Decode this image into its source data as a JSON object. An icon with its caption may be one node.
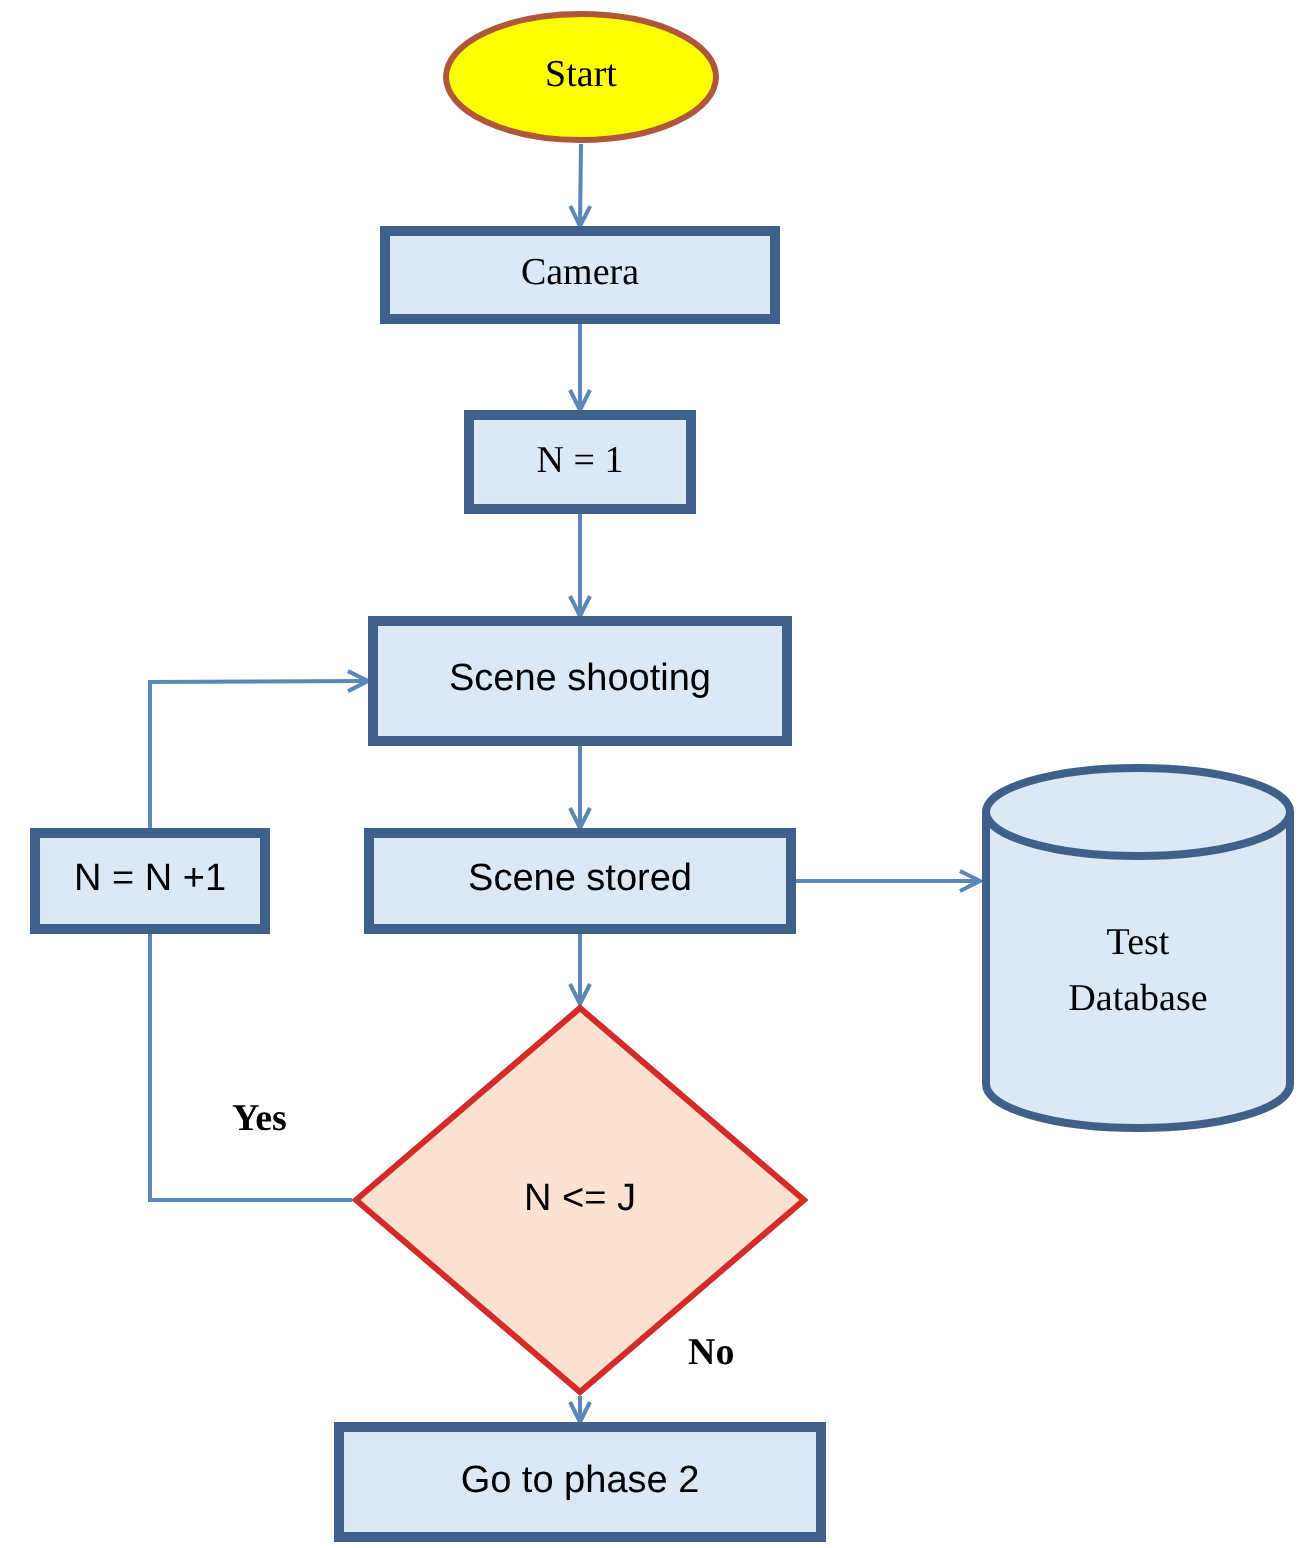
{
  "diagram": {
    "nodes": [
      {
        "text": [
          "Start"
        ]
      },
      {
        "text": [
          "Camera"
        ]
      },
      {
        "text": [
          "N = 1"
        ]
      },
      {
        "text": [
          "Scene shooting"
        ]
      },
      {
        "text": [
          "Scene stored"
        ]
      },
      {
        "text": [
          "Test Database"
        ]
      },
      {
        "text": [
          "N = N +1"
        ]
      },
      {
        "text": [
          "N <= J"
        ]
      },
      {
        "text": [
          "Go to phase 2"
        ]
      }
    ],
    "edges": [
      {
        "from": 0,
        "to": 1,
        "arrow": "to"
      },
      {
        "from": 1,
        "to": 2,
        "arrow": "to"
      },
      {
        "from": 2,
        "to": 3,
        "arrow": "to"
      },
      {
        "from": 3,
        "to": 4,
        "arrow": "to"
      },
      {
        "from": 4,
        "to": 5,
        "arrow": "to"
      },
      {
        "from": 4,
        "to": 7,
        "arrow": "to"
      },
      {
        "from": 7,
        "to": 6,
        "label": "Yes",
        "arrow": "none"
      },
      {
        "from": 6,
        "to": 3,
        "arrow": "to"
      },
      {
        "from": 7,
        "to": 8,
        "label": "No",
        "arrow": "to"
      }
    ]
  }
}
